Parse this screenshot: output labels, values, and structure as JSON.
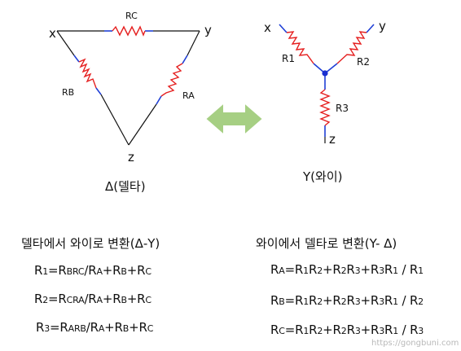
{
  "delta": {
    "nodes": {
      "x": "x",
      "y": "y",
      "z": "z"
    },
    "resistors": {
      "top": "RC",
      "left": "RB",
      "right": "RA"
    },
    "caption": "Δ(델타)"
  },
  "wye": {
    "nodes": {
      "x": "x",
      "y": "y",
      "z": "z"
    },
    "resistors": {
      "r1": "R1",
      "r2": "R2",
      "r3": "R3"
    },
    "caption": "Y(와이)"
  },
  "delta_to_wye": {
    "heading": "델타에서 와이로 변환(Δ-Y)",
    "formulas": [
      [
        [
          "R",
          "1"
        ],
        [
          "=R",
          "BRC"
        ],
        [
          "/R",
          "A"
        ],
        [
          "+R",
          "B"
        ],
        [
          "+R",
          "C"
        ]
      ],
      [
        [
          "R",
          "2"
        ],
        [
          "=R",
          "CRA"
        ],
        [
          "/R",
          "A"
        ],
        [
          "+R",
          "B"
        ],
        [
          "+R",
          "C"
        ]
      ],
      [
        [
          "R",
          "3"
        ],
        [
          "=R",
          "ARB"
        ],
        [
          "/R",
          "A"
        ],
        [
          "+R",
          "B"
        ],
        [
          "+R",
          "C"
        ]
      ]
    ]
  },
  "wye_to_delta": {
    "heading": "와이에서 델타로 변환(Y- Δ)",
    "formulas": [
      [
        [
          "R",
          "A"
        ],
        [
          "=R",
          "1"
        ],
        [
          "R",
          "2"
        ],
        [
          "+R",
          "2"
        ],
        [
          "R",
          "3"
        ],
        [
          "+R",
          "3"
        ],
        [
          "R",
          "1"
        ],
        [
          " / R",
          "1"
        ]
      ],
      [
        [
          "R",
          "B"
        ],
        [
          "=R",
          "1"
        ],
        [
          "R",
          "2"
        ],
        [
          "+R",
          "2"
        ],
        [
          "R",
          "3"
        ],
        [
          "+R",
          "3"
        ],
        [
          "R",
          "1"
        ],
        [
          " / R",
          "2"
        ]
      ],
      [
        [
          "R",
          "C"
        ],
        [
          "=R",
          "1"
        ],
        [
          "R",
          "2"
        ],
        [
          "+R",
          "2"
        ],
        [
          "R",
          "3"
        ],
        [
          "+R",
          "3"
        ],
        [
          "R",
          "1"
        ],
        [
          " / R",
          "3"
        ]
      ]
    ]
  },
  "watermark": "https://gongbuni.com",
  "colors": {
    "wire": "#111111",
    "resistor": "#e52020",
    "lead": "#1f3fd6",
    "junction": "#1a2fd0",
    "arrow_fill": "#a6cf83",
    "arrow_stroke": "#ffffff"
  }
}
